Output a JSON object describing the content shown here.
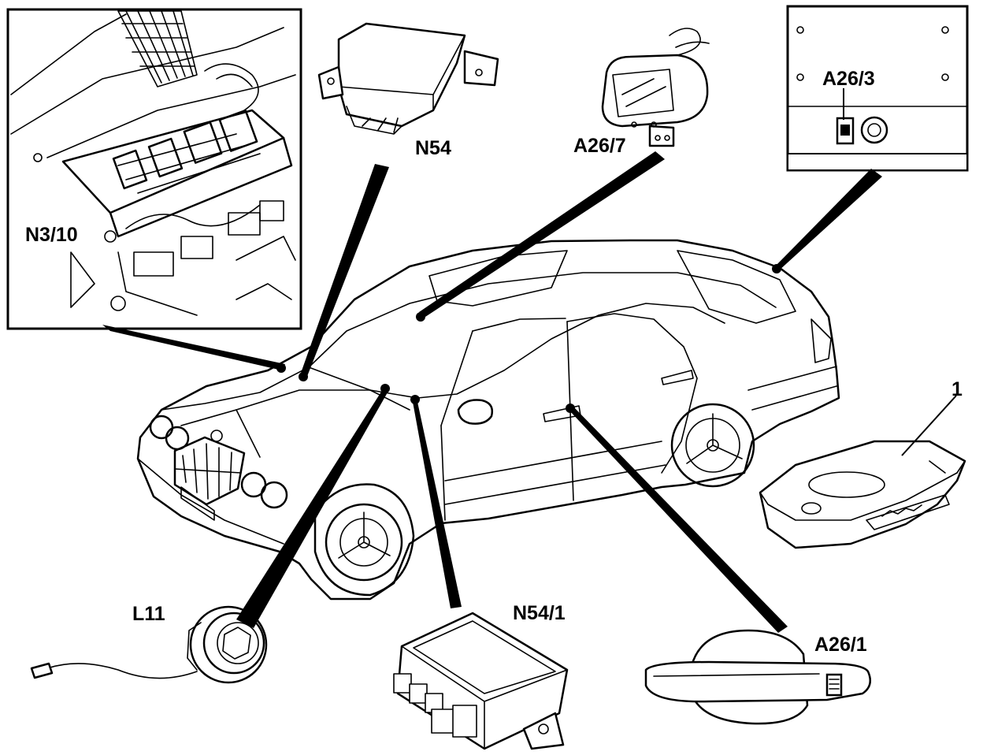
{
  "labels": {
    "n3_10": "N3/10",
    "n54": "N54",
    "a26_7": "A26/7",
    "a26_3": "A26/3",
    "item_1": "1",
    "l11": "L11",
    "n54_1": "N54/1",
    "a26_1": "A26/1"
  },
  "colors": {
    "ink": "#000000",
    "paper": "#ffffff"
  }
}
